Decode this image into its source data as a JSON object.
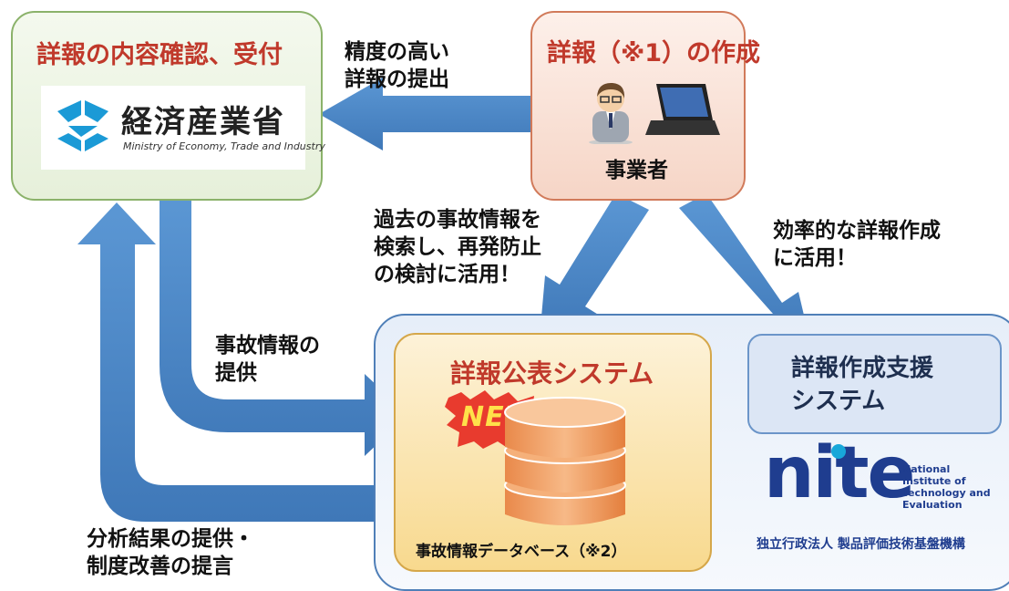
{
  "meti_box": {
    "title": "詳報の内容確認、受付",
    "logo_name": "経済産業省",
    "logo_sub": "Ministry of Economy, Trade and Industry"
  },
  "company_box": {
    "title": "詳報（※1）の作成",
    "actor": "事業者"
  },
  "arrows": {
    "submit": "精度の高い\n詳報の提出",
    "search": "過去の事故情報を\n検索し、再発防止\nの検討に活用！",
    "efficient": "効率的な詳報作成\nに活用！",
    "provide": "事故情報の\n提供",
    "feedback": "分析結果の提供・\n制度改善の提言"
  },
  "public_system": {
    "title": "詳報公表システム",
    "badge": "NEW",
    "db_caption": "事故情報データベース（※2）"
  },
  "support_system": {
    "title": "詳報作成支援\nシステム"
  },
  "nite": {
    "wordmark": "nite",
    "line1": "National",
    "line2": "Institute of",
    "line3": "Technology and",
    "line4": "Evaluation",
    "org_jp": "独立行政法人 製品評価技術基盤機構"
  },
  "colors": {
    "arrow_blue": "#4a86c5",
    "title_red": "#c0392b",
    "nite_navy": "#1f3d8f",
    "nite_cyan": "#18a7d9",
    "meti_blue": "#1b9ad6",
    "db_orange": "#ef9a5f"
  }
}
